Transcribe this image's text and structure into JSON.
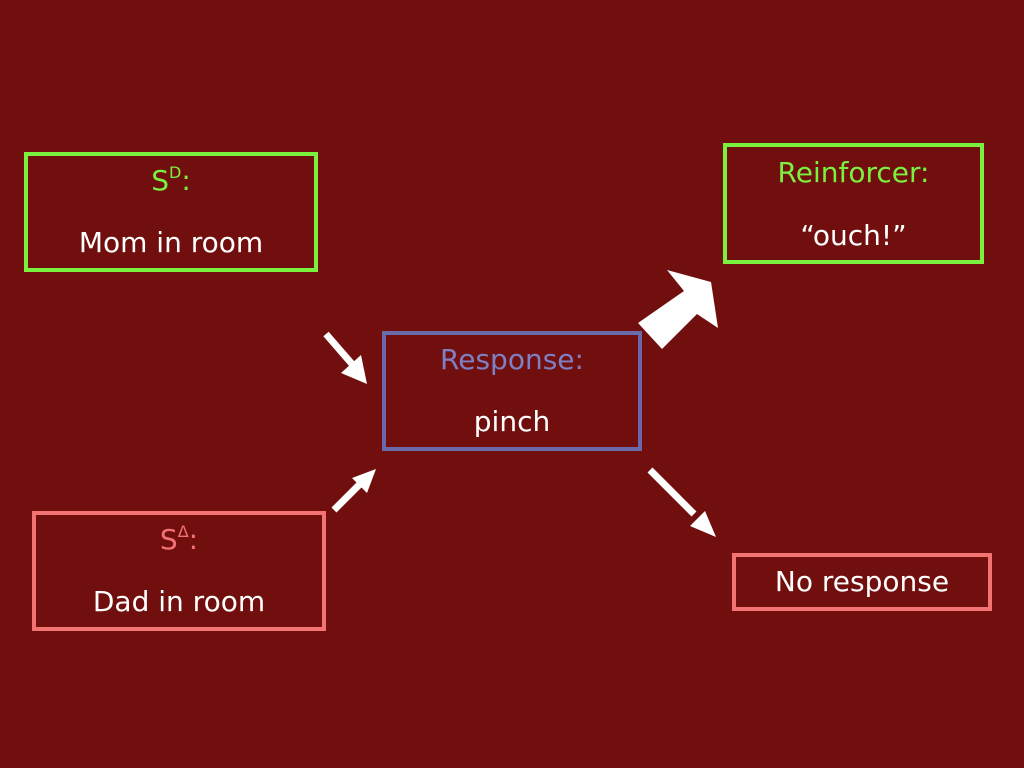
{
  "diagram": {
    "sd": {
      "label_base": "S",
      "label_sup": "D",
      "label_suffix": ":",
      "value": "Mom in room"
    },
    "sdelta": {
      "label_base": "S",
      "label_sup": "Δ",
      "label_suffix": ":",
      "value": "Dad in room"
    },
    "response": {
      "label": "Response:",
      "value": "pinch"
    },
    "reinforcer": {
      "label": "Reinforcer:",
      "value": "“ouch!”"
    },
    "no_response": {
      "value": "No response"
    }
  },
  "colors": {
    "background": "#710f0f",
    "green": "#7af03f",
    "pink": "#f37373",
    "purple": "#6a6aa8",
    "arrow": "#ffffff"
  }
}
